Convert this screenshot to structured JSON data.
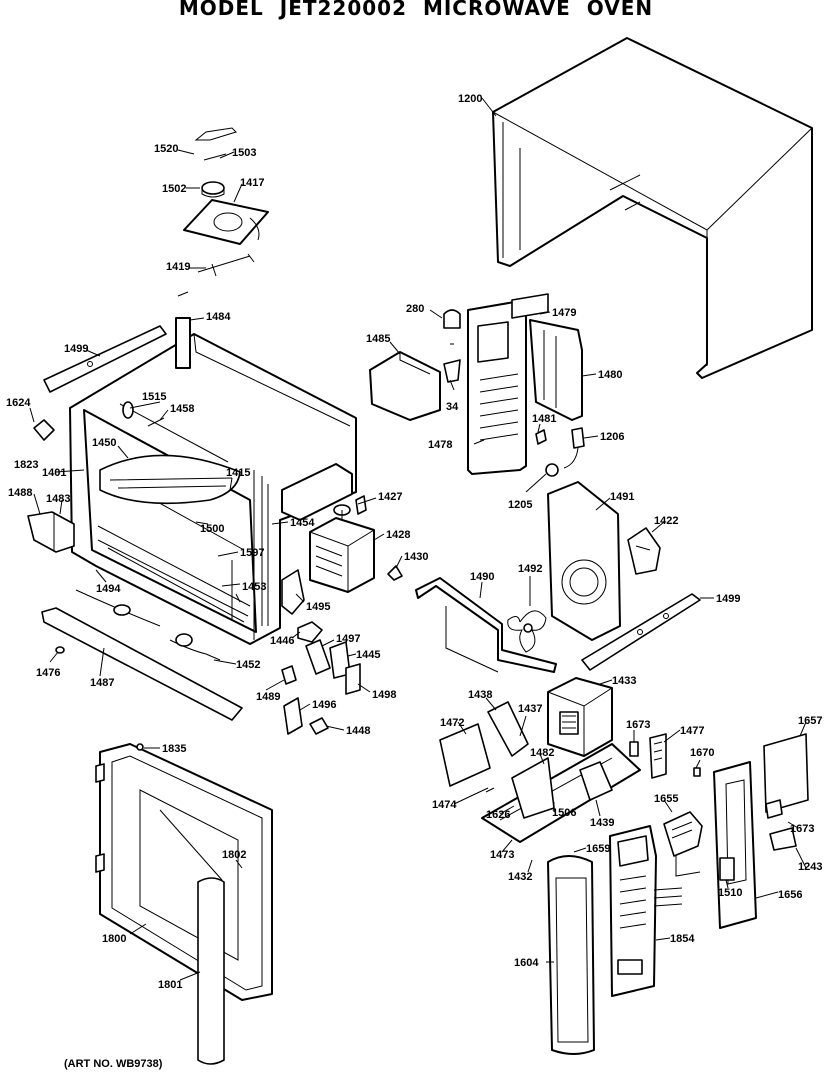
{
  "title": "MODEL  JET220002  MICROWAVE OVEN",
  "footer": "(ART NO. WB9738)",
  "labels": {
    "l1200": "1200",
    "l1520": "1520",
    "l1503": "1503",
    "l1502": "1502",
    "l1417": "1417",
    "l1419": "1419",
    "l1484": "1484",
    "l1499a": "1499",
    "l1624": "1624",
    "l1515": "1515",
    "l1458": "1458",
    "l1823": "1823",
    "l1450": "1450",
    "l1401": "1401",
    "l1415": "1415",
    "l1488": "1488",
    "l1483": "1483",
    "l1500": "1500",
    "l1454": "1454",
    "l1427": "1427",
    "l1597": "1597",
    "l1453": "1453",
    "l1494": "1494",
    "l1495": "1495",
    "l1446": "1446",
    "l1497": "1497",
    "l1445": "1445",
    "l1476": "1476",
    "l1487": "1487",
    "l1452": "1452",
    "l1489": "1489",
    "l1496": "1496",
    "l1498": "1498",
    "l1448": "1448",
    "l1835": "1835",
    "l1802": "1802",
    "l1800": "1800",
    "l1801": "1801",
    "l280": "280",
    "l1479": "1479",
    "l1485": "1485",
    "l1480": "1480",
    "l34": "34",
    "l1481": "1481",
    "l1206": "1206",
    "l1478": "1478",
    "l1205": "1205",
    "l1491": "1491",
    "l1422": "1422",
    "l1428": "1428",
    "l1430": "1430",
    "l1490": "1490",
    "l1492": "1492",
    "l1499b": "1499",
    "l1433": "1433",
    "l1438": "1438",
    "l1437": "1437",
    "l1472": "1472",
    "l1673a": "1673",
    "l1477": "1477",
    "l1657": "1657",
    "l1670": "1670",
    "l1482": "1482",
    "l1474": "1474",
    "l1626": "1626",
    "l1506": "1506",
    "l1439": "1439",
    "l1655": "1655",
    "l1673b": "1673",
    "l1243": "1243",
    "l1473": "1473",
    "l1659": "1659",
    "l1432": "1432",
    "l1510": "1510",
    "l1656": "1656",
    "l1854": "1854",
    "l1604": "1604"
  }
}
